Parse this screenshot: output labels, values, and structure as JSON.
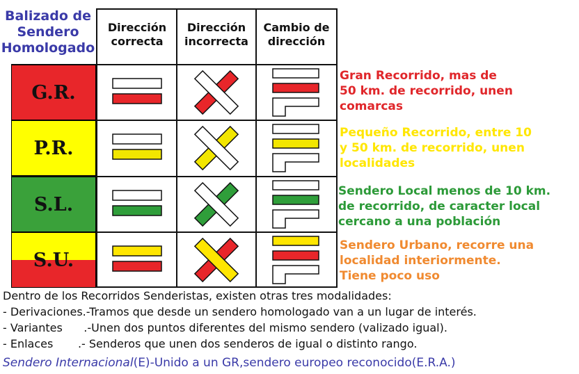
{
  "header": {
    "corner_title": [
      "Balizado de",
      "Sendero",
      "Homologado"
    ],
    "columns": [
      [
        "Dirección",
        "correcta"
      ],
      [
        "Dirección",
        "incorrecta"
      ],
      [
        "Cambio de",
        "dirección"
      ]
    ]
  },
  "rows": [
    {
      "code": "G.R.",
      "bg_top": "#e8262a",
      "bg_bottom": "#e8262a",
      "mark_color": "#e8262a",
      "description": [
        "Gran Recorrido, mas de",
        "50 km. de recorrido, unen",
        "comarcas"
      ],
      "desc_color": "#e0262a"
    },
    {
      "code": "P.R.",
      "bg_top": "#ffff00",
      "bg_bottom": "#ffff00",
      "mark_color": "#f2e600",
      "description": [
        "Pequeño Recorrido, entre 10",
        "y 50 km. de recorrido, unen",
        "localidades"
      ],
      "desc_color": "#ffe600"
    },
    {
      "code": "S.L.",
      "bg_top": "#3aa13a",
      "bg_bottom": "#3aa13a",
      "mark_color": "#2f9e3a",
      "description": [
        "Sendero Local menos de 10 km.",
        "de recorrido, de caracter local",
        "cercano a una población"
      ],
      "desc_color": "#2c9a38"
    },
    {
      "code": "S.U.",
      "bg_top": "#ffff00",
      "bg_bottom": "#e8262a",
      "mark_color": "#ffe600",
      "mark_color2": "#e8262a",
      "description": [
        "Sendero Urbano, recorre una",
        "localidad interiormente.",
        "Tiene poco uso"
      ],
      "desc_color": "#f08a30"
    }
  ],
  "footer": {
    "intro": "Dentro de los Recorridos Senderistas, existen otras tres modalidades:",
    "items": [
      "- Derivaciones.-Tramos que desde un sendero homologado van a un lugar de interés.",
      "- Variantes      .-Unen dos puntos diferentes del mismo sendero (valizado igual).",
      "- Enlaces       .- Senderos que unen dos senderos de igual o distinto rango."
    ],
    "intl_italic": "Sendero Internacional",
    "intl_rest": "(E)-Unido a un GR,sendero europeo reconocido(E.R.A.)"
  }
}
